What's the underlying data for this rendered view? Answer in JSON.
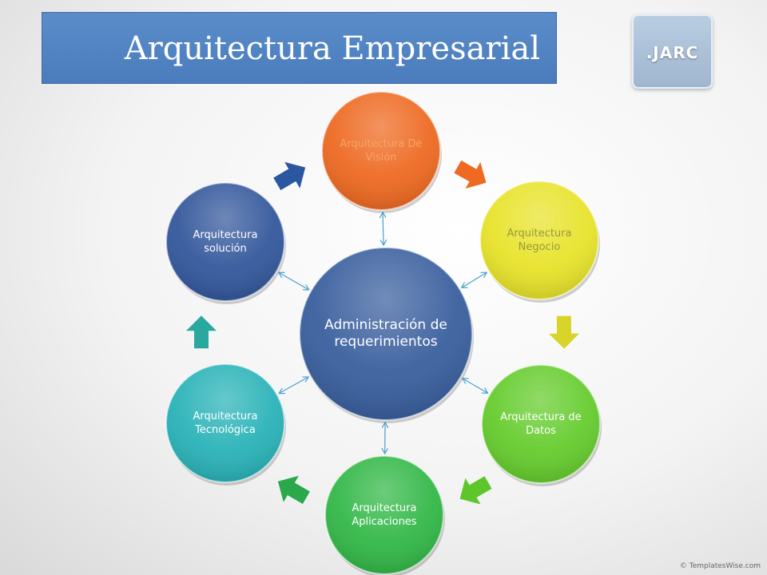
{
  "title": "Arquitectura Empresarial",
  "logo_text": ".JARC",
  "center_node": {
    "label": "Administración de requerimientos",
    "color": "#3a5f9e"
  },
  "nodes": [
    {
      "id": "vision",
      "label": "Arquitectura De Visión",
      "color": "#ee6a22",
      "text_color": "#f7a36c"
    },
    {
      "id": "negocio",
      "label": "Arquitectura Negocio",
      "color": "#e8e32a",
      "text_color": "#9a9a3a"
    },
    {
      "id": "datos",
      "label": "Arquitectura de Datos",
      "color": "#66cc2e",
      "text_color": "#ffffff"
    },
    {
      "id": "aplicaciones",
      "label": "Arquitectura Aplicaciones",
      "color": "#33b848",
      "text_color": "#ffffff"
    },
    {
      "id": "tecnologica",
      "label": "Arquitectura Tecnológica",
      "color": "#2ab3b8",
      "text_color": "#ffffff"
    },
    {
      "id": "solucion",
      "label": "Arquitectura solución",
      "color": "#34589c",
      "text_color": "#ffffff"
    }
  ],
  "arrow_colors": [
    "#ee6a22",
    "#d9d42a",
    "#5cc62a",
    "#2aa84a",
    "#2aa8a0",
    "#2b56a0"
  ],
  "connector_color": "#4a9fd0",
  "footer": "© TemplatesWise.com"
}
